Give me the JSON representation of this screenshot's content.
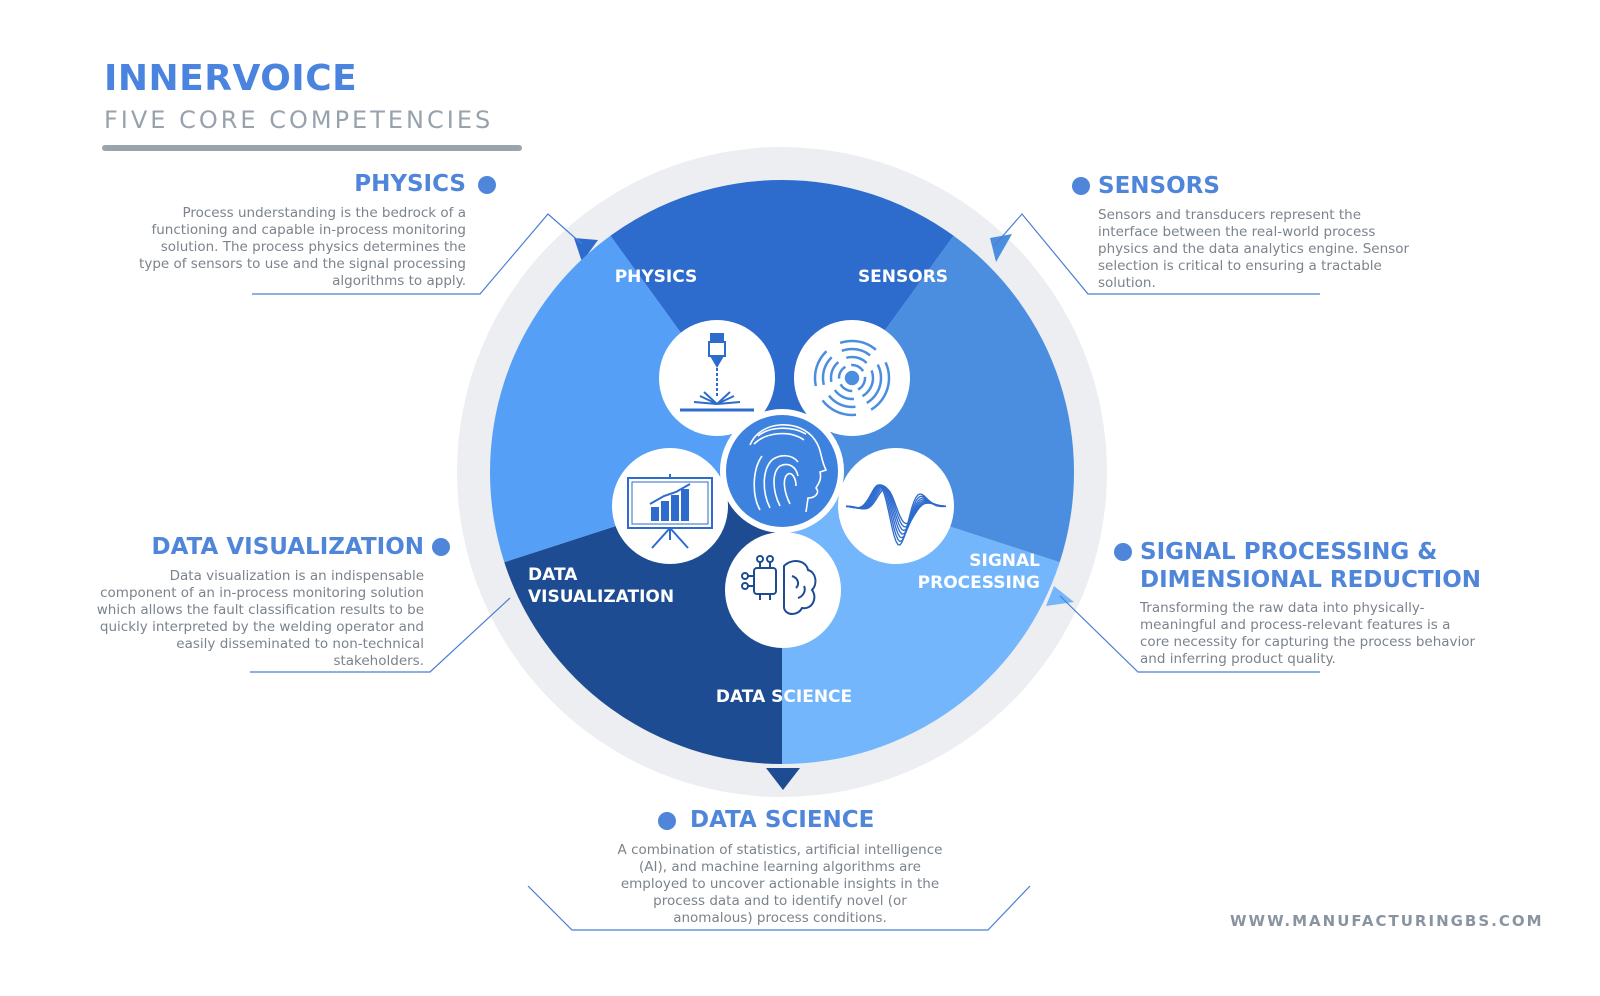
{
  "header": {
    "title": "INNERVOICE",
    "subtitle": "FIVE CORE COMPETENCIES"
  },
  "wheel": {
    "segments": [
      {
        "label_lines": [
          "PHYSICS"
        ],
        "color": "#2d6bcd",
        "icon": "laser-icon"
      },
      {
        "label_lines": [
          "SENSORS"
        ],
        "color": "#4b8ee0",
        "icon": "sensor-icon"
      },
      {
        "label_lines": [
          "SIGNAL",
          "PROCESSING"
        ],
        "color": "#74b6fb",
        "icon": "waveform-icon"
      },
      {
        "label_lines": [
          "DATA SCIENCE"
        ],
        "color": "#1e4c92",
        "icon": "brain-chip-icon"
      },
      {
        "label_lines": [
          "DATA",
          "VISUALIZATION"
        ],
        "color": "#55a0f6",
        "icon": "presentation-chart-icon"
      }
    ],
    "center_icon": "fingerprint-head-icon",
    "ring_color": "#eceef1"
  },
  "callouts": {
    "physics": {
      "title": "PHYSICS",
      "text": "Process understanding is the bedrock of a functioning and capable in-process monitoring solution. The process physics determines the type of sensors to use and the signal processing algorithms to apply."
    },
    "sensors": {
      "title": "SENSORS",
      "text": "Sensors and transducers represent the interface between the real-world process physics and the data analytics engine. Sensor selection is critical to ensuring a tractable solution."
    },
    "data_visualization": {
      "title": "DATA VISUALIZATION",
      "text": "Data visualization is an indispensable component of an in-process monitoring solution which allows the fault classification results to be quickly interpreted by the welding operator and easily disseminated to non-technical stakeholders."
    },
    "signal_processing": {
      "title_line1": "SIGNAL PROCESSING &",
      "title_line2": "DIMENSIONAL REDUCTION",
      "text": "Transforming the raw data into physically-meaningful and process-relevant features is a core necessity for capturing the process behavior and inferring product quality."
    },
    "data_science": {
      "title": "DATA SCIENCE",
      "text": "A combination of statistics, artificial intelligence (AI), and machine learning algorithms are employed to uncover actionable insights in the process data and to identify novel (or anomalous) process conditions."
    }
  },
  "footer": {
    "url": "WWW.MANUFACTURINGBS.COM"
  },
  "colors": {
    "accent": "#4f86da",
    "line": "#4a7fd4"
  }
}
